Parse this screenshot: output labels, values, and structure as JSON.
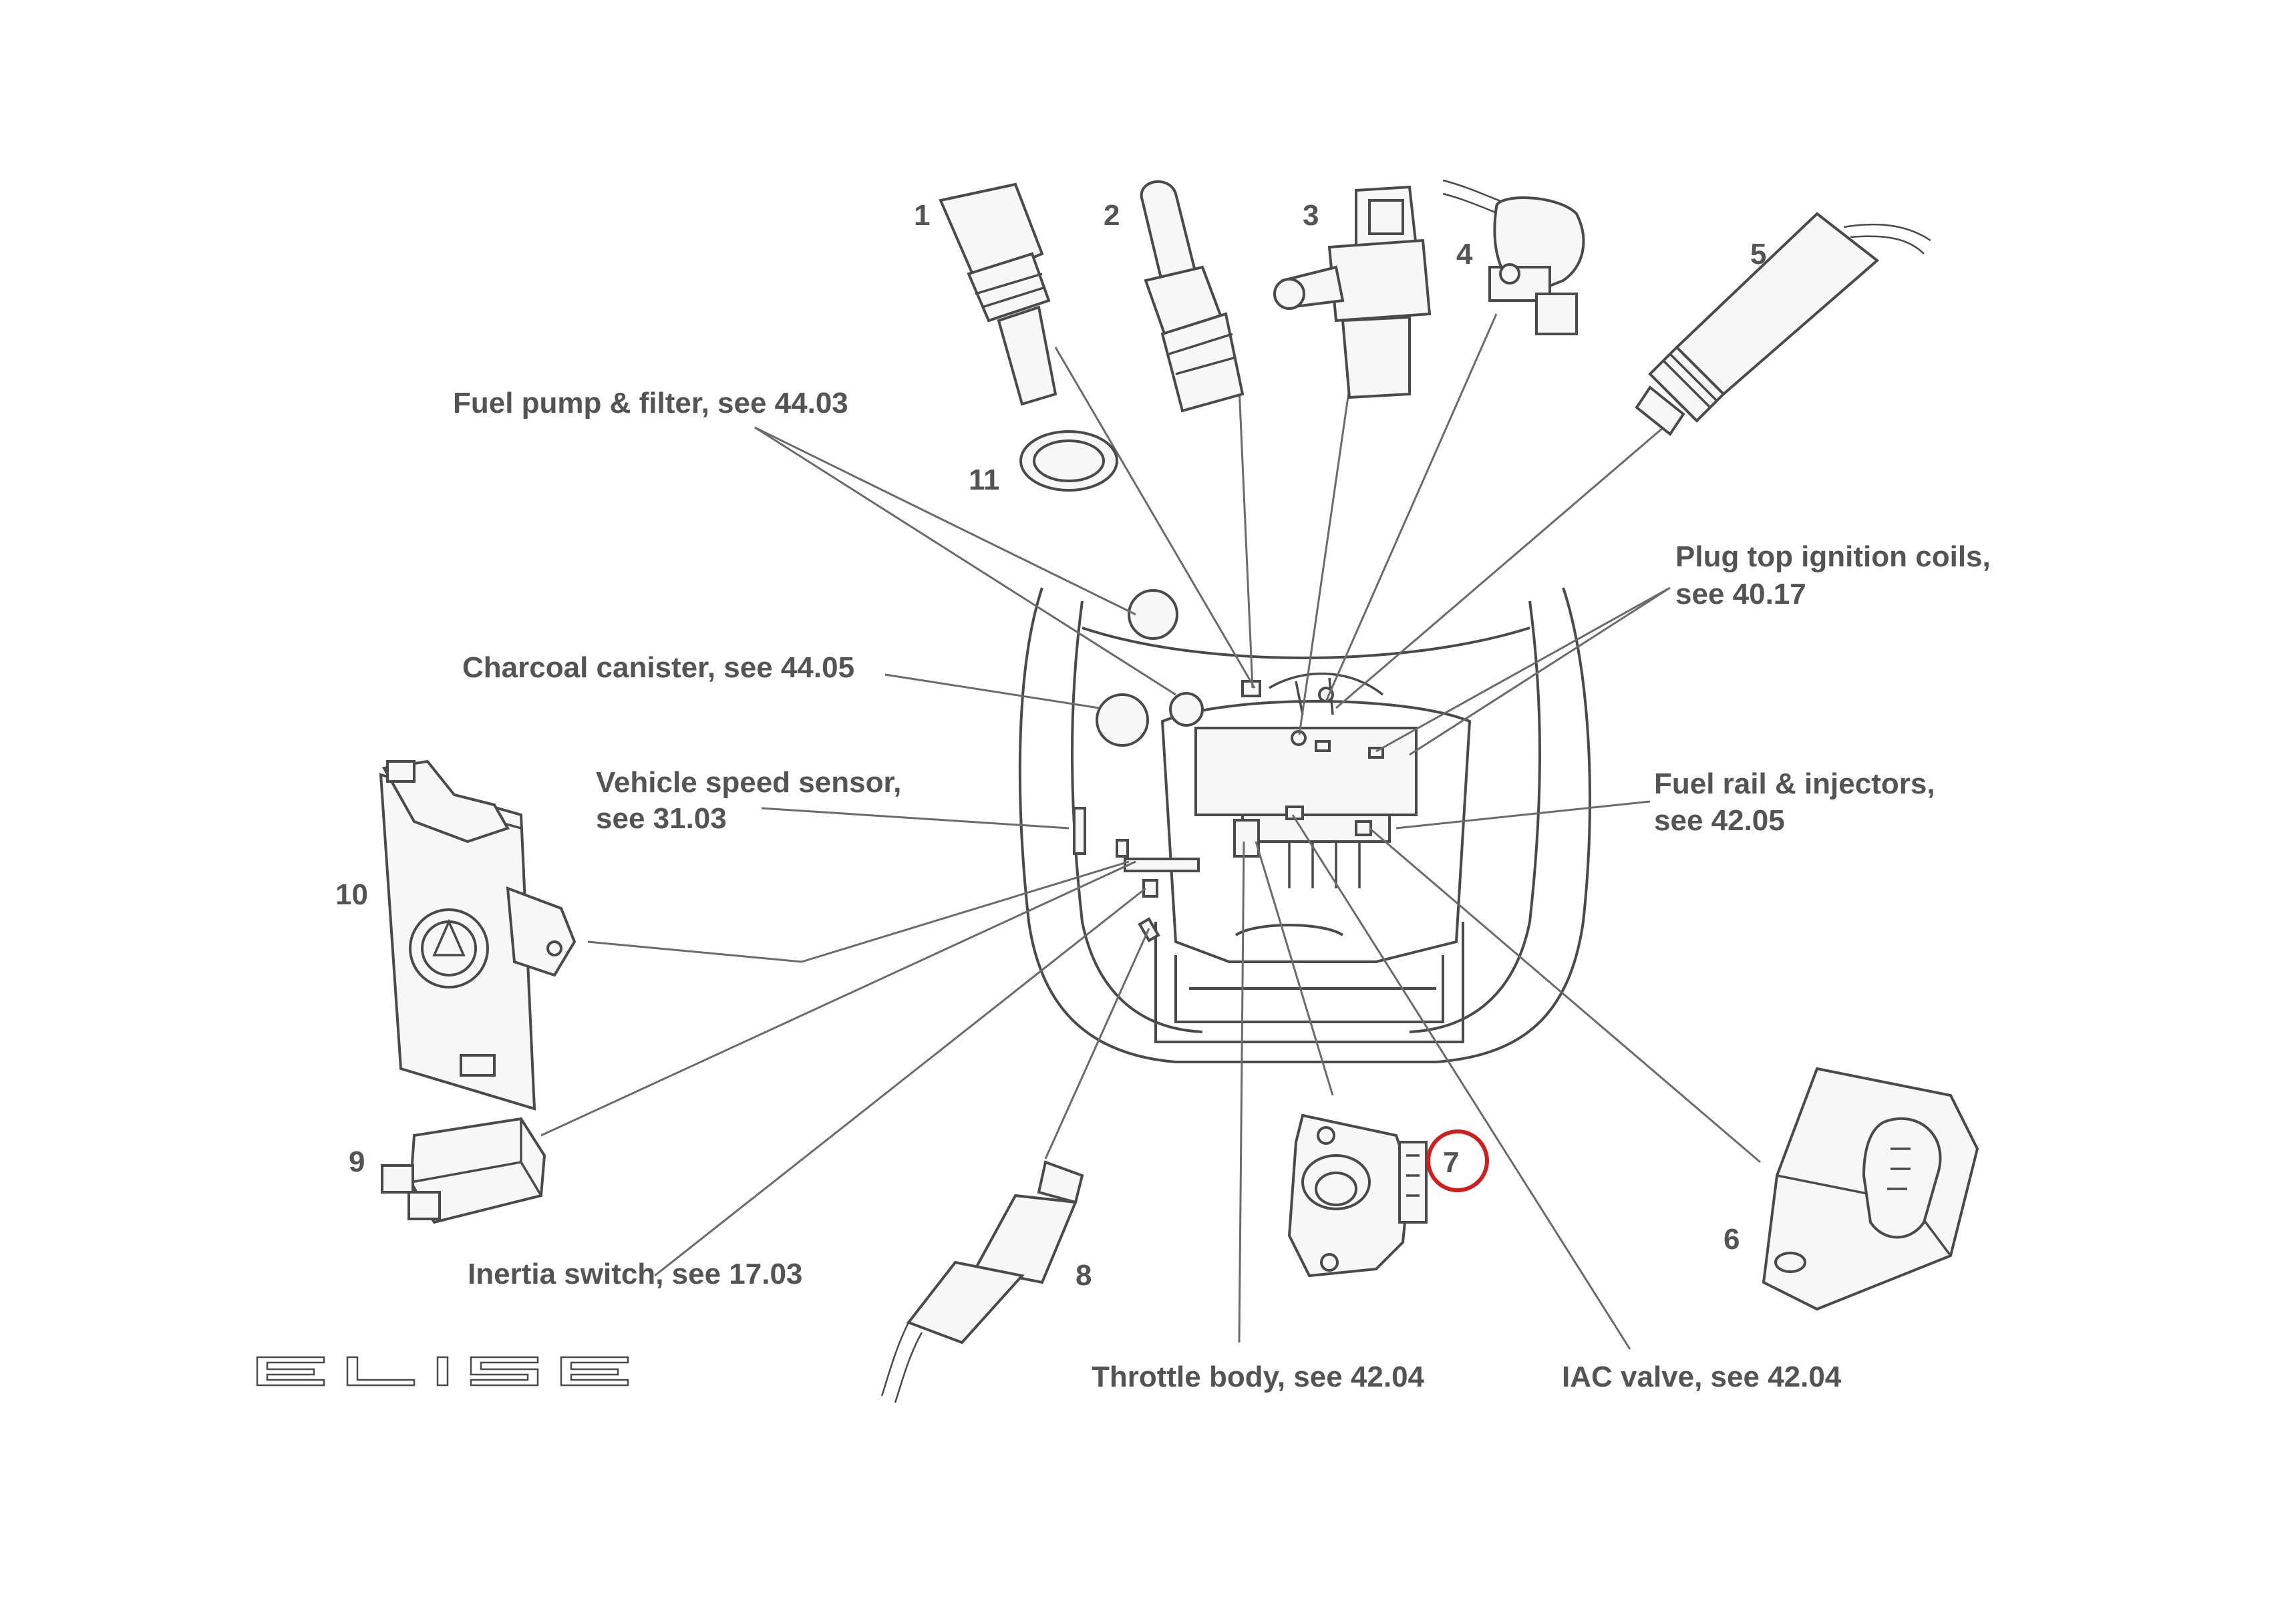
{
  "callouts": {
    "fuel_pump": "Fuel pump & filter, see 44.03",
    "charcoal": "Charcoal canister, see 44.05",
    "speed_sensor_line1": "Vehicle speed sensor,",
    "speed_sensor_line2": "see 31.03",
    "ignition_line1": "Plug top ignition coils,",
    "ignition_line2": "see 40.17",
    "fuel_rail_line1": "Fuel rail & injectors,",
    "fuel_rail_line2": "see 42.05",
    "inertia": "Inertia switch, see 17.03",
    "throttle": "Throttle body, see 42.04",
    "iac": "IAC valve, see 42.04"
  },
  "part_numbers": {
    "n1": "1",
    "n2": "2",
    "n3": "3",
    "n4": "4",
    "n5": "5",
    "n6": "6",
    "n7": "7",
    "n8": "8",
    "n9": "9",
    "n10": "10",
    "n11": "11"
  },
  "highlighted_part": "7",
  "logo": "ELISE",
  "colors": {
    "text": "#545454",
    "line": "#4a4a4a",
    "highlight": "#cc1f1f"
  }
}
